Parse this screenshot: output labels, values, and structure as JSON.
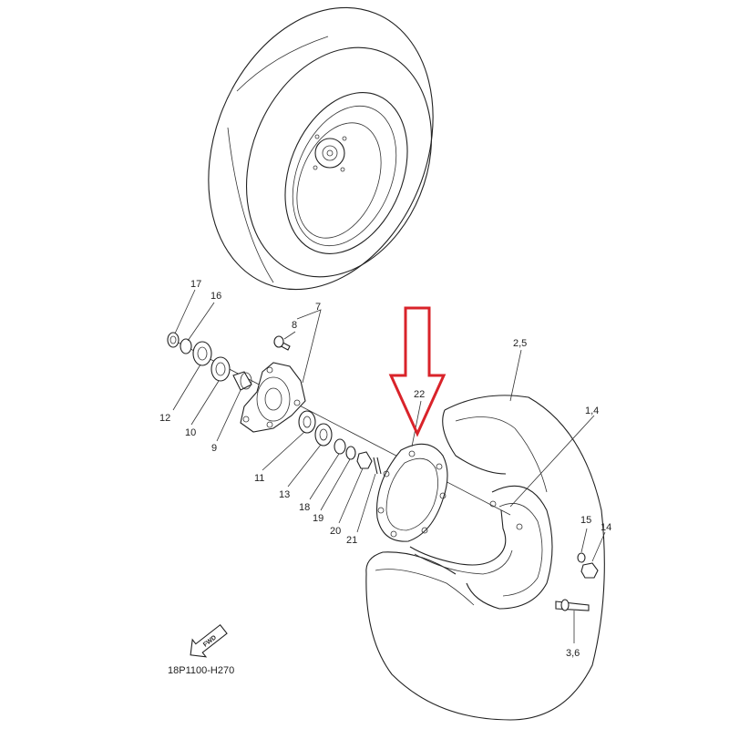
{
  "diagram": {
    "drawing_code": "18P1100-H270",
    "fwd_label": "FWD",
    "highlight_color": "#d9232a",
    "highlighted_part": "22",
    "part_labels": {
      "p17": "17",
      "p16": "16",
      "p7": "7",
      "p8": "8",
      "p12": "12",
      "p10": "10",
      "p9": "9",
      "p11": "11",
      "p13": "13",
      "p18": "18",
      "p19": "19",
      "p20": "20",
      "p21": "21",
      "p22": "22",
      "p25": "2,5",
      "p14a": "1,4",
      "p15": "15",
      "p14": "14",
      "p36": "3,6"
    }
  }
}
